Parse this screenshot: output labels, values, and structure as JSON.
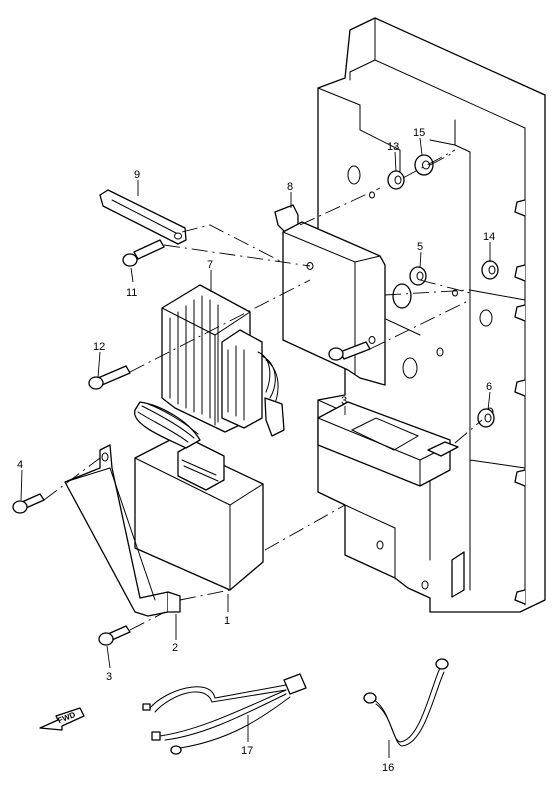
{
  "diagram": {
    "callouts": {
      "c1": "1",
      "c2": "2",
      "c3a": "3",
      "c3b": "3",
      "c4": "4",
      "c5": "5",
      "c6": "6",
      "c7": "7",
      "c8": "8",
      "c9": "9",
      "c11": "11",
      "c12": "12",
      "c13": "13",
      "c14": "14",
      "c15": "15",
      "c16": "16",
      "c17": "17"
    },
    "fwd_label": "FWD"
  }
}
